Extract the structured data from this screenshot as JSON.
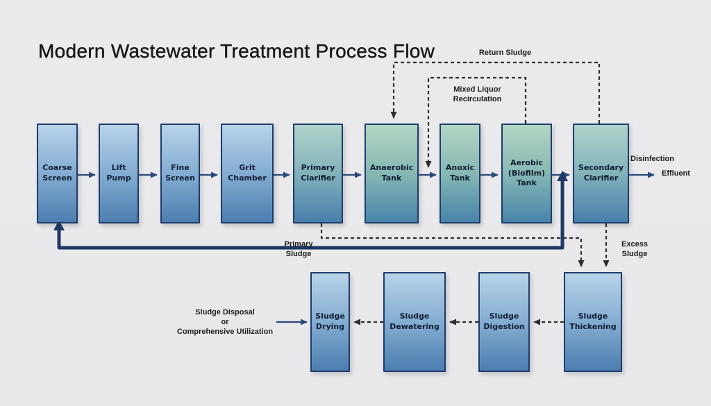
{
  "title": "Modern Wastewater Treatment Process Flow",
  "main_flow": {
    "boxes": [
      {
        "label": "Coarse\nScreen"
      },
      {
        "label": "Lift\nPump"
      },
      {
        "label": "Fine\nScreen"
      },
      {
        "label": "Grit\nChamber"
      },
      {
        "label": "Primary\nClarifier"
      },
      {
        "label": "Anaerobic\nTank"
      },
      {
        "label": "Anoxic\nTank"
      },
      {
        "label": "Aerobic\n(Biofilm)\nTank"
      },
      {
        "label": "Secondary\nClarifier"
      }
    ]
  },
  "sludge_flow": {
    "boxes": [
      {
        "label": "Sludge\nDrying"
      },
      {
        "label": "Sludge\nDewatering"
      },
      {
        "label": "Sludge\nDigestion"
      },
      {
        "label": "Sludge\nThickening"
      }
    ]
  },
  "annotations": {
    "return_sludge": "Return Sludge",
    "mixed_liquor": "Mixed Liquor\nRecirculation",
    "disinfection": "Disinfection",
    "effluent": "Effluent",
    "primary_sludge": "Primary\nSludge",
    "excess_sludge": "Excess\nSludge",
    "sludge_disposal": "Sludge Disposal\nor\nComprehensive Utilization"
  },
  "colors": {
    "background": "#eaeaec",
    "box_border": "#1e3c6a",
    "blue_box_top": "#b7d3e9",
    "blue_box_bottom": "#4d7eb0",
    "green_box_top": "#b2d6c3",
    "green_box_bottom": "#4884aa",
    "teal_box_top": "#afd4cb",
    "teal_box_bottom": "#497fab",
    "solid_arrow": "#2b4a7a",
    "dashed_line": "#2e2e2e",
    "thick_line": "#1f3864",
    "text": "#0f1e33"
  }
}
